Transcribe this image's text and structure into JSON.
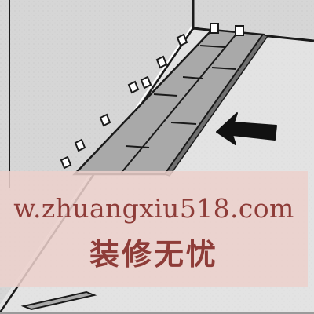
{
  "illustration": {
    "name": "laminate-floor-installation",
    "colors": {
      "wall": "#d9d9d9",
      "floor": "#e6e6e6",
      "plank": "#a9a9a9",
      "outline": "#1a1a1a",
      "watermark_band": "#ecd0cc",
      "watermark_text": "#8e3c38"
    }
  },
  "watermark": {
    "url": "w.zhuangxiu518.com",
    "brand": "装修无忧"
  }
}
